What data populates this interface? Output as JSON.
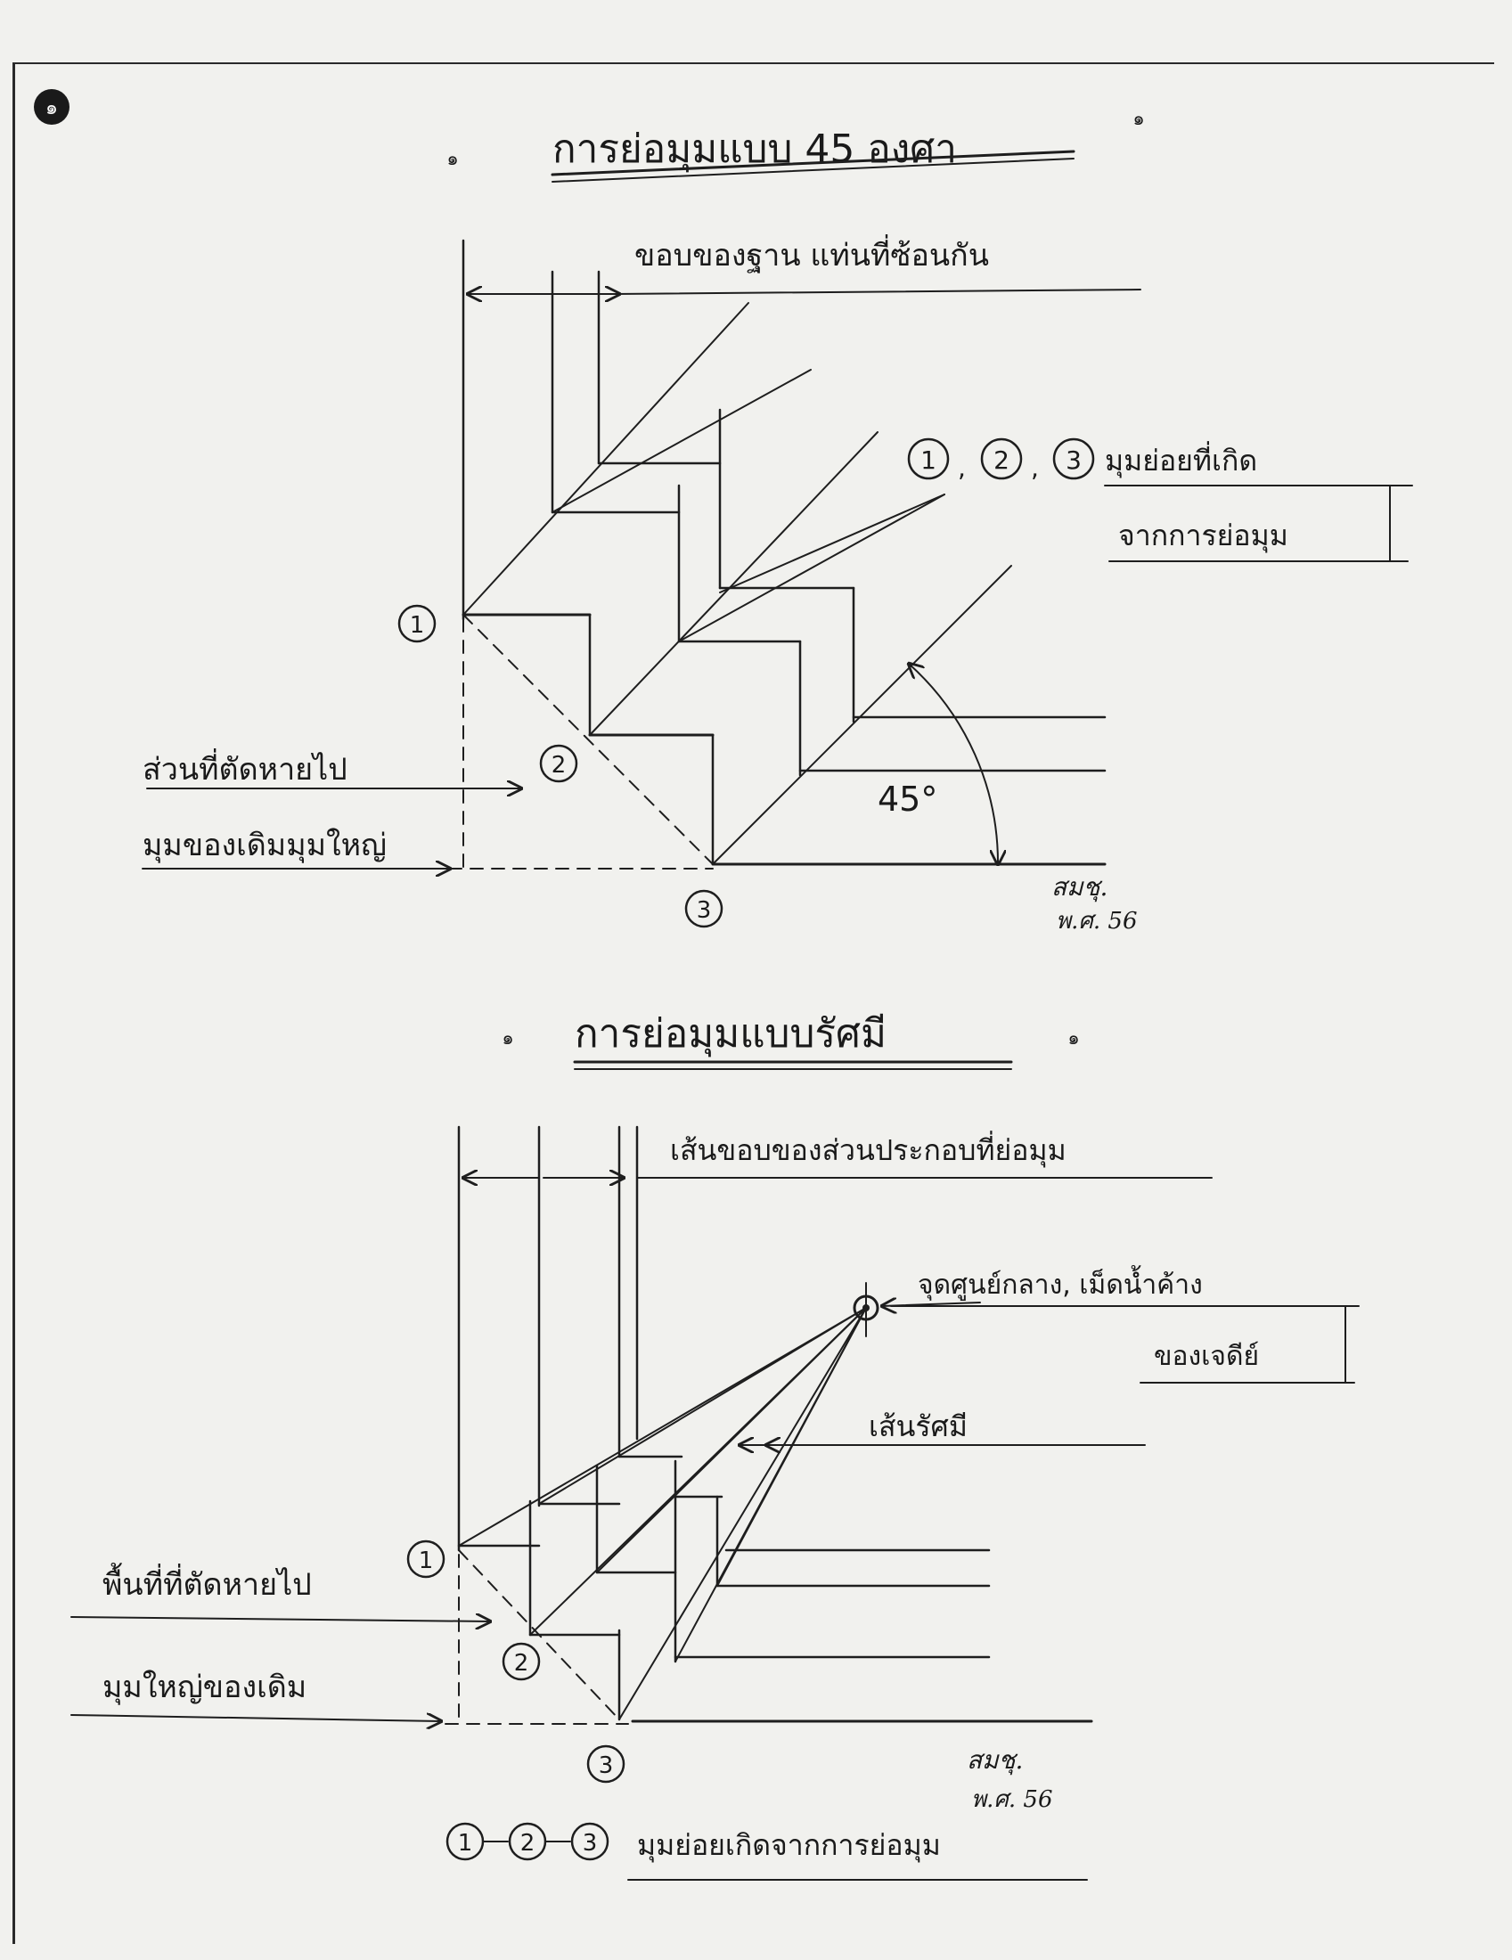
{
  "page_badge": "๑",
  "section1": {
    "title": "การย่อมุมแบบ 45 องศา",
    "bullet": "๑",
    "top_label": "ขอบของฐาน แท่นที่ซ้อนกัน",
    "legend_label": "มุมย่อยที่เกิด",
    "legend_label2": "จากการย่อมุม",
    "cut_label": "ส่วนที่ตัดหายไป",
    "orig_label": "มุมของเดิมมุมใหญ่",
    "angle_label": "45°",
    "num1": "1",
    "num2": "2",
    "num3": "3",
    "sig": "สมชุ.",
    "sig_date": "พ.ศ. 56"
  },
  "section2": {
    "title": "การย่อมุมแบบรัศมี",
    "bullet": "๑",
    "top_label": "เส้นขอบของส่วนประกอบที่ย่อมุม",
    "center_label": "จุดศูนย์กลาง, เม็ดน้ำค้าง",
    "center_label2": "ของเจดีย์",
    "ray_label": "เส้นรัศมี",
    "cut_label": "พื้นที่ที่ตัดหายไป",
    "orig_label": "มุมใหญ่ของเดิม",
    "num1": "1",
    "num2": "2",
    "num3": "3",
    "sig": "สมชุ.",
    "sig_date": "พ.ศ. 56"
  },
  "footer": {
    "num1": "1",
    "num2": "2",
    "num3": "3",
    "label": "มุมย่อยเกิดจากการย่อมุม"
  }
}
